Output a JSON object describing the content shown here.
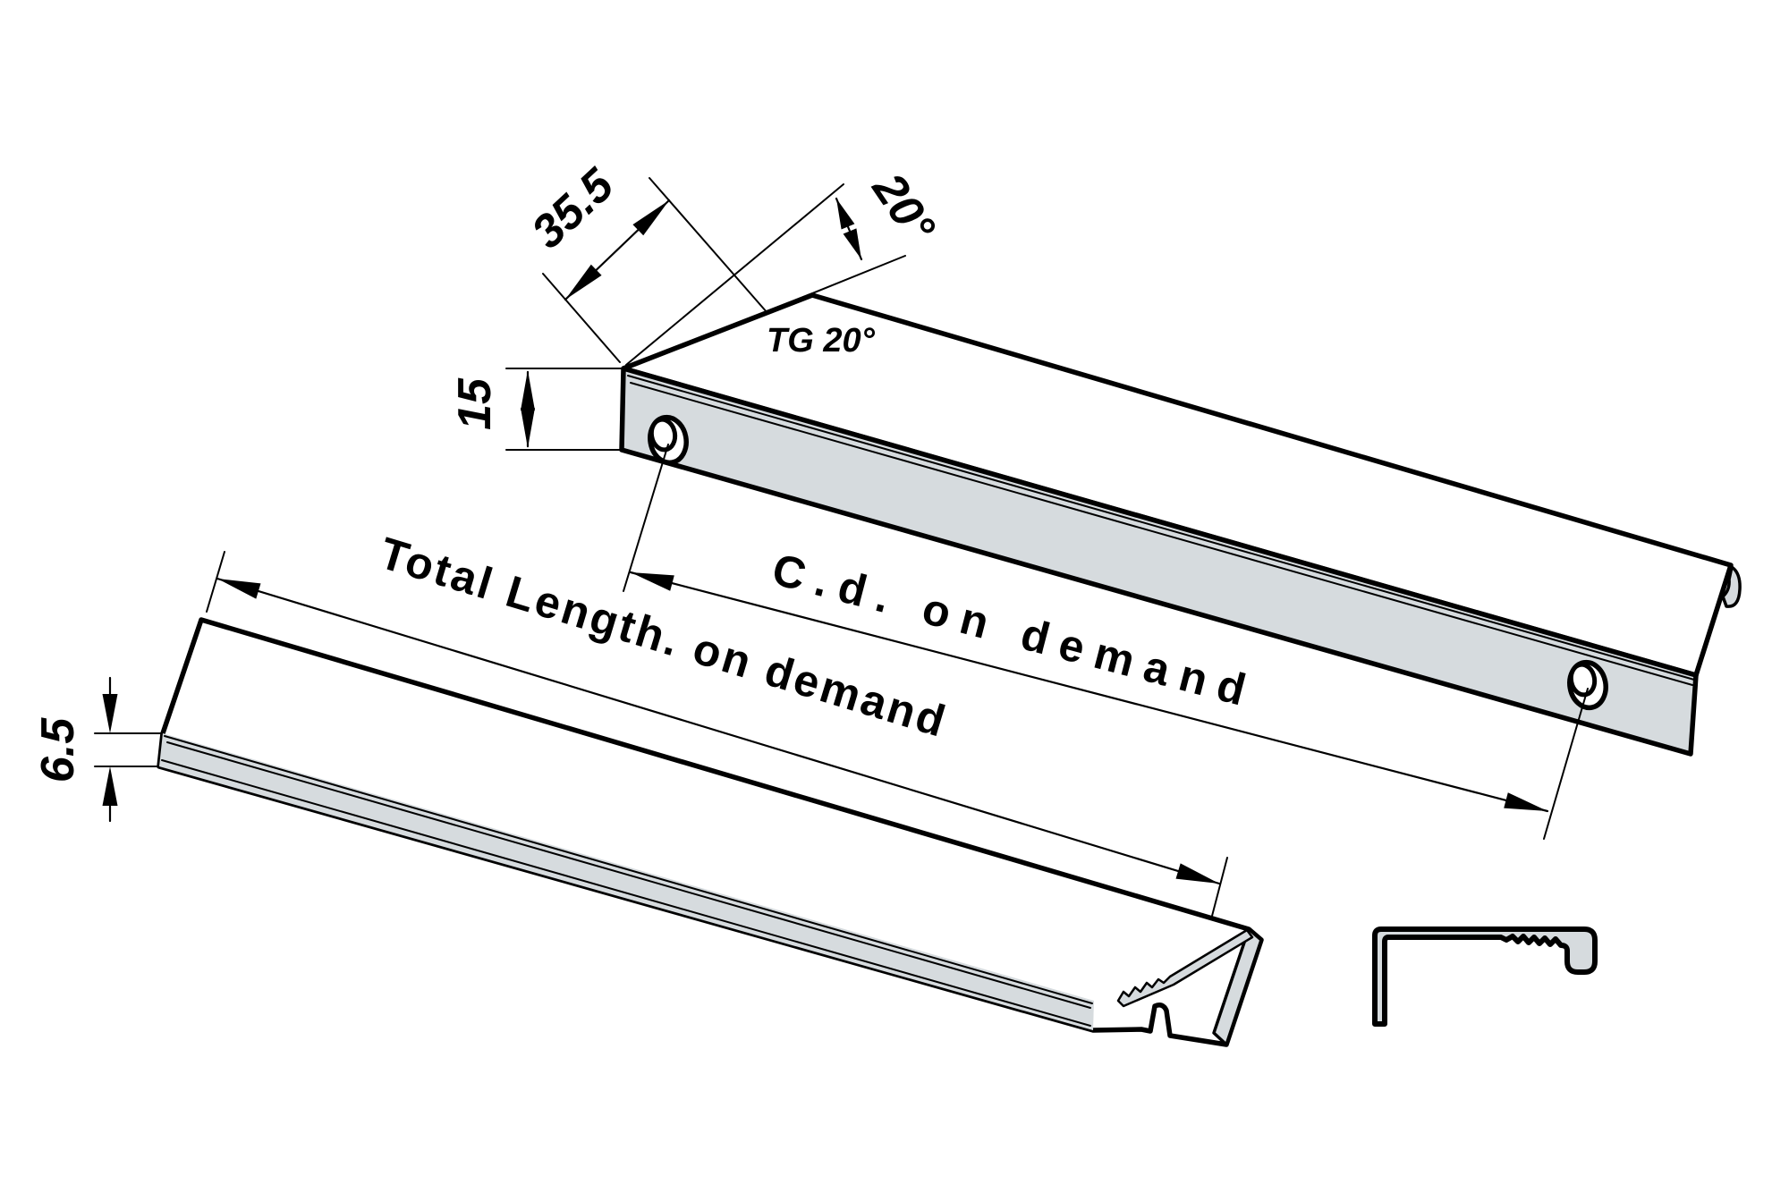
{
  "drawing": {
    "title": "Edge pull profile handle - dimensioned isometric drawing",
    "views": {
      "upper": "profile with mounting holes, front face and tapered grip end",
      "lower": "profile underside with serrated grip and lip",
      "section": "L-shaped cross-section with serrated grip lip"
    },
    "dimensions": {
      "top_width": "35.5",
      "taper_angle": "20°",
      "front_height": "15",
      "lip_height": "6.5"
    },
    "annotations": {
      "taper_label": "TG 20°",
      "hole_distance": "C.d. on demand",
      "total_length": "Total Length. on demand"
    },
    "colors": {
      "surface": "#d6dbde",
      "line": "#000000",
      "background": "#ffffff"
    }
  }
}
